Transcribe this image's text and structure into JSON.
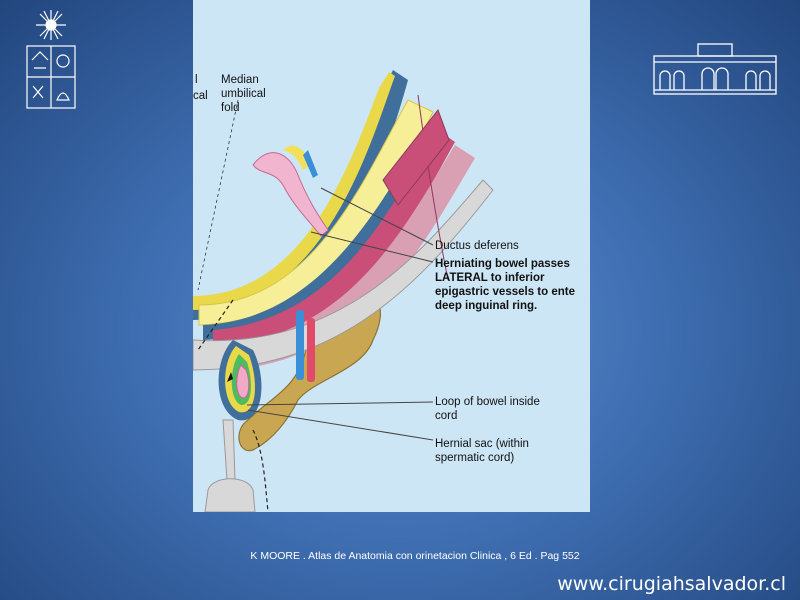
{
  "slide": {
    "colors": {
      "background": "#3f6fb2",
      "panel": "#cde6f5"
    },
    "logos": {
      "left": "university-seal-icon",
      "right": "building-facade-icon"
    }
  },
  "figure": {
    "label_partial_top": "l",
    "label_partial_bottom": "cal",
    "labels": {
      "median_fold": [
        "Median",
        "umbilical",
        "fold"
      ],
      "ductus": "Ductus deferens",
      "herniating": [
        "Herniating bowel passes",
        "LATERAL to inferior",
        "epigastric vessels to ente",
        "deep inguinal ring."
      ],
      "loop": [
        "Loop of bowel inside",
        "cord"
      ],
      "sac": [
        "Hernial sac (within",
        "spermatic cord)"
      ]
    }
  },
  "footer": {
    "caption": "K MOORE  .  Atlas de Anatomia con orinetacion Clinica  , 6 Ed .  Pag 552",
    "website": "www.cirugiahsalvador.cl"
  }
}
